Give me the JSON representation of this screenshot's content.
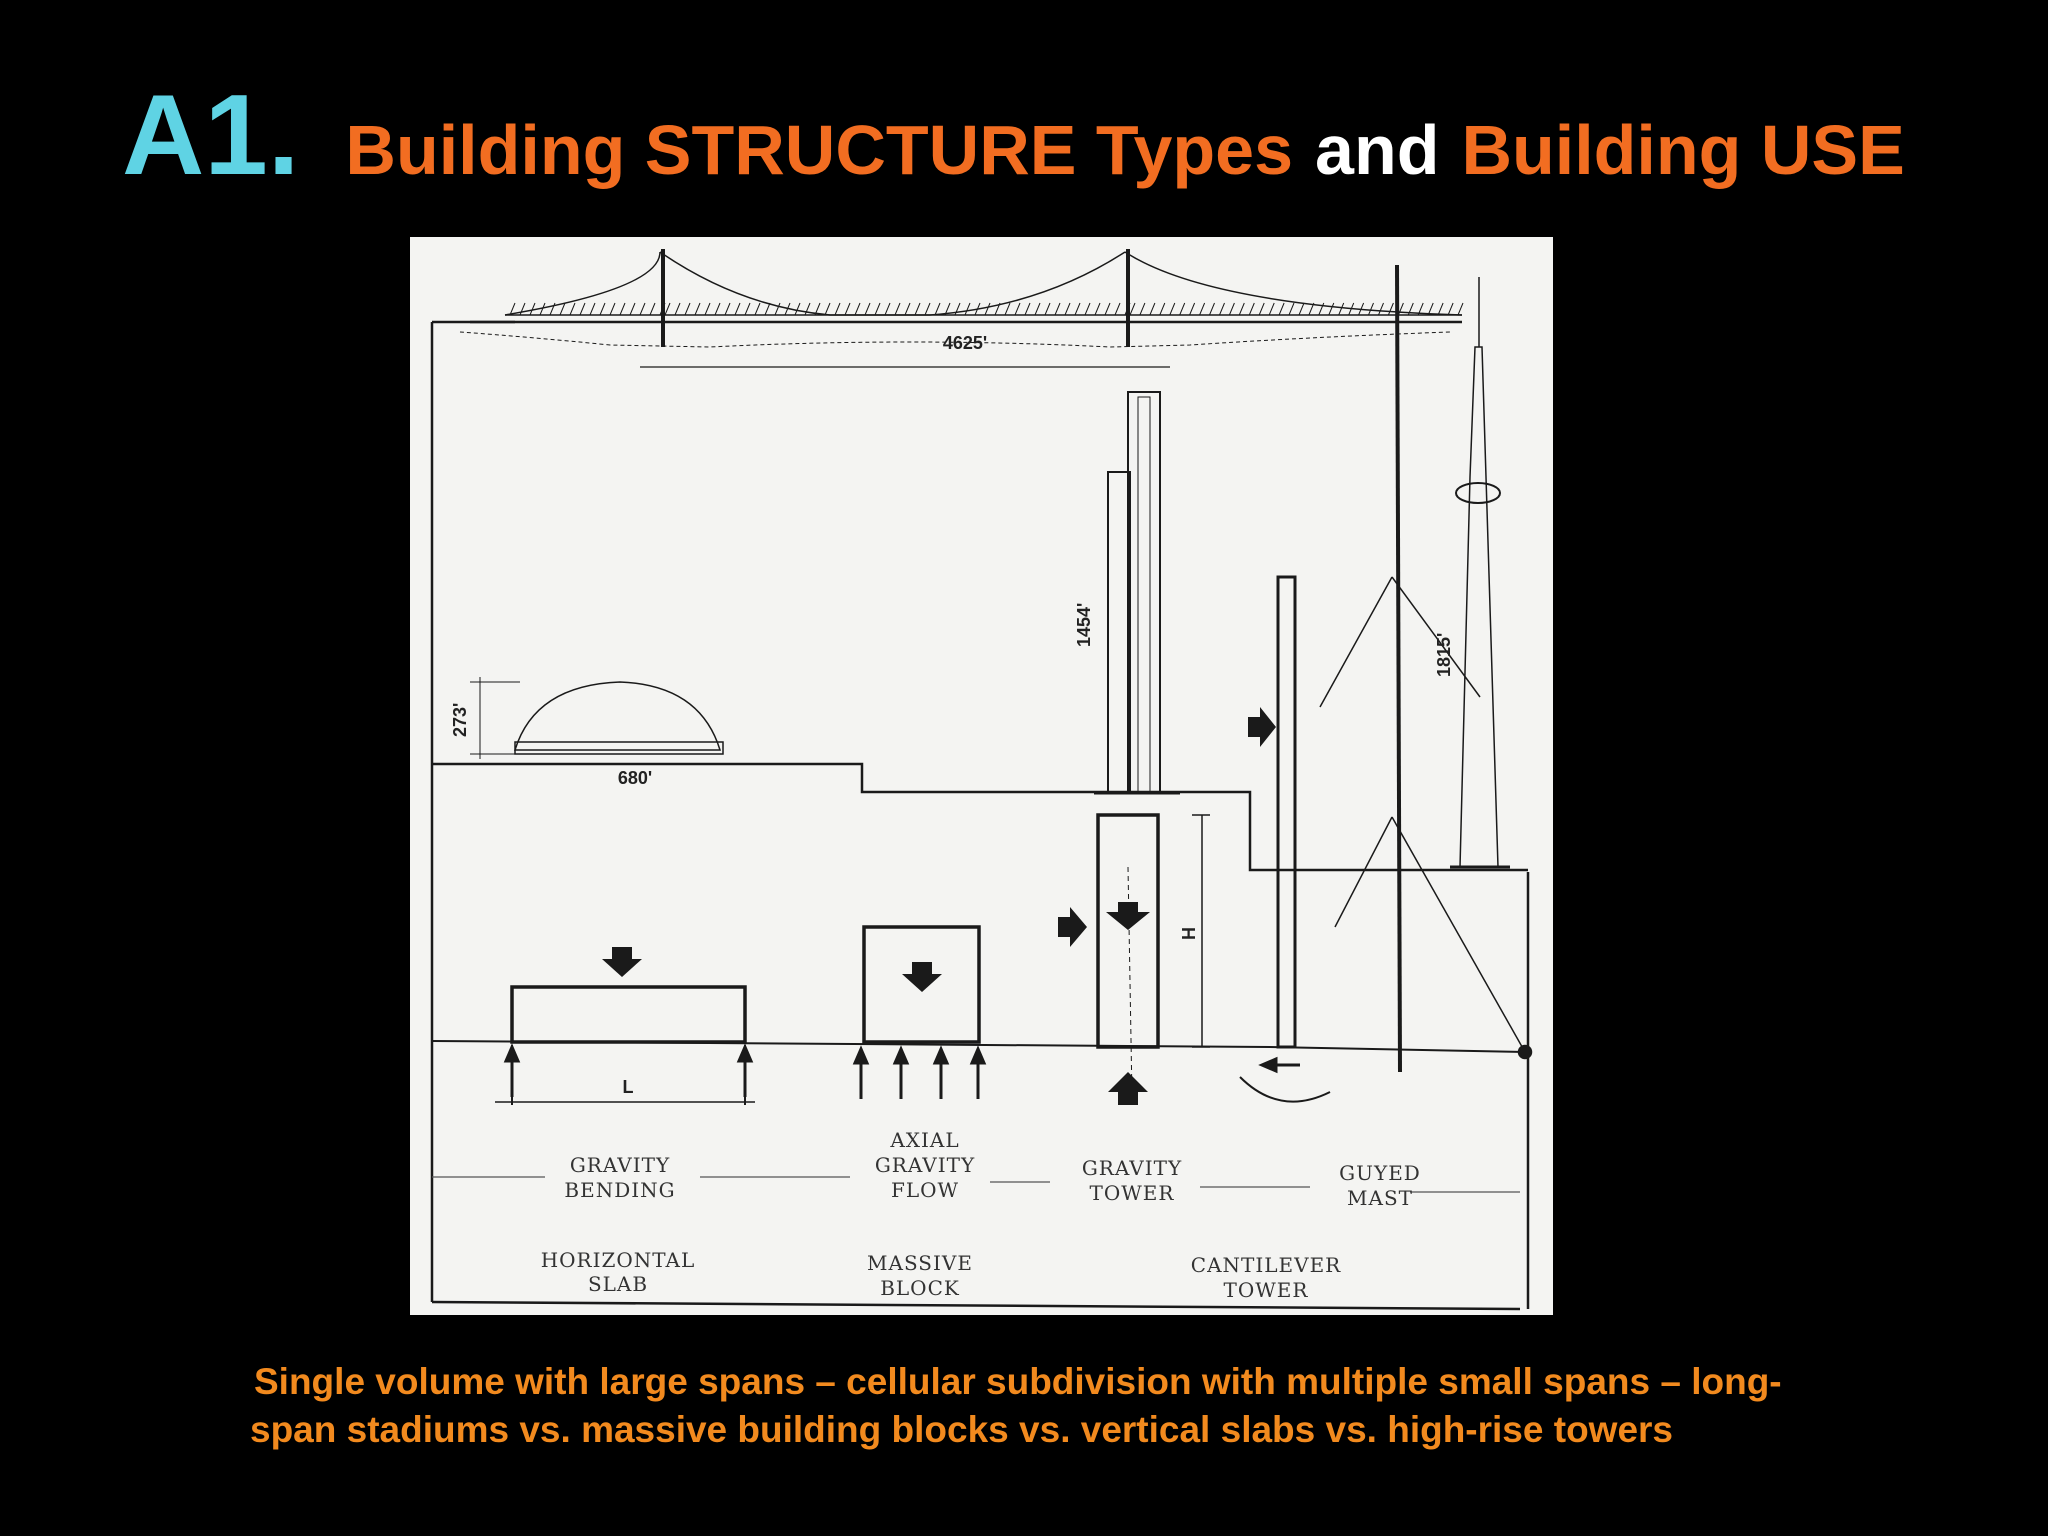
{
  "title": {
    "number": "A1.",
    "part1": "Building STRUCTURE Types",
    "part2": "and",
    "part3": "Building USE"
  },
  "colors": {
    "number": "#5fd3e4",
    "orange": "#f26d21",
    "white": "#ffffff",
    "caption": "#f28a1e",
    "background": "#000000"
  },
  "diagram": {
    "dimensions": {
      "bridge_span": "4625'",
      "dome_height": "273'",
      "dome_span": "680'",
      "skyscraper_height": "1454'",
      "tower_height": "1815'",
      "slab_length": "L",
      "block_height": "H"
    },
    "labels": {
      "gravity_bending": [
        "GRAVITY",
        "BENDING"
      ],
      "axial_gravity_flow": [
        "AXIAL",
        "GRAVITY",
        "FLOW"
      ],
      "gravity_tower": [
        "GRAVITY",
        "TOWER"
      ],
      "guyed_mast": [
        "GUYED",
        "MAST"
      ],
      "horizontal_slab": [
        "HORIZONTAL",
        "SLAB"
      ],
      "massive_block": [
        "MASSIVE",
        "BLOCK"
      ],
      "cantilever_tower": [
        "CANTILEVER",
        "TOWER"
      ]
    }
  },
  "caption": {
    "line1": "Single volume with large spans – cellular subdivision with multiple small spans – long-",
    "line2": "span stadiums vs. massive building blocks vs. vertical slabs vs. high-rise towers"
  }
}
